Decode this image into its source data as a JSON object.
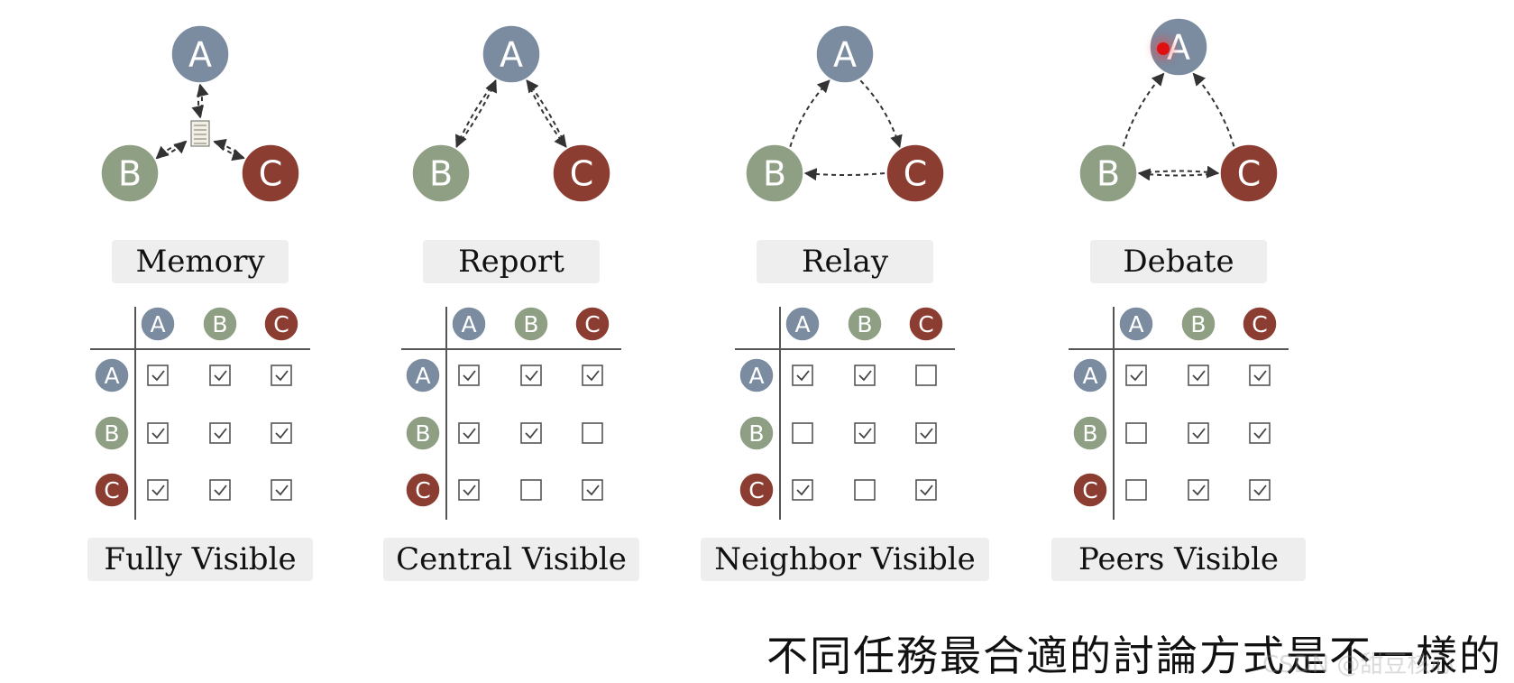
{
  "colors": {
    "A": "#7b8ba0",
    "B": "#8e9f84",
    "C": "#8c3d32",
    "label_bg": "#eeeeee",
    "line": "#444444"
  },
  "panels": [
    {
      "mode": "Memory",
      "visibility": "Fully Visible",
      "nodes": {
        "A": "A",
        "B": "B",
        "C": "C"
      },
      "matrix": [
        [
          true,
          true,
          true
        ],
        [
          true,
          true,
          true
        ],
        [
          true,
          true,
          true
        ]
      ]
    },
    {
      "mode": "Report",
      "visibility": "Central Visible",
      "nodes": {
        "A": "A",
        "B": "B",
        "C": "C"
      },
      "matrix": [
        [
          true,
          true,
          true
        ],
        [
          true,
          true,
          false
        ],
        [
          true,
          false,
          true
        ]
      ]
    },
    {
      "mode": "Relay",
      "visibility": "Neighbor Visible",
      "nodes": {
        "A": "A",
        "B": "B",
        "C": "C"
      },
      "matrix": [
        [
          true,
          true,
          false
        ],
        [
          false,
          true,
          true
        ],
        [
          true,
          false,
          true
        ]
      ]
    },
    {
      "mode": "Debate",
      "visibility": "Peers Visible",
      "nodes": {
        "A": "A",
        "B": "B",
        "C": "C"
      },
      "matrix": [
        [
          true,
          true,
          true
        ],
        [
          false,
          true,
          true
        ],
        [
          false,
          true,
          true
        ]
      ]
    }
  ],
  "caption": "不同任務最合適的討論方式是不一樣的",
  "watermark": "CSDN @甜豆核心"
}
